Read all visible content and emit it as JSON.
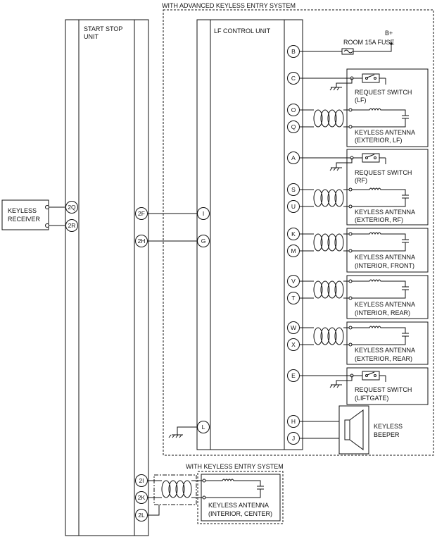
{
  "diagram": {
    "title_advanced": "WITH ADVANCED KEYLESS ENTRY SYSTEM",
    "title_keyless": "WITH KEYLESS ENTRY SYSTEM",
    "start_stop_unit": [
      "START STOP",
      "UNIT"
    ],
    "lf_control_unit": "LF CONTROL UNIT",
    "keyless_receiver": [
      "KEYLESS",
      "RECEIVER"
    ],
    "fuse_label": "ROOM 15A FUSE",
    "battery_label": "B+",
    "beeper_label": [
      "KEYLESS",
      "BEEPER"
    ],
    "pins": {
      "receiver_top": "2Q",
      "receiver_bottom": "2R",
      "ssu_2f": "2F",
      "ssu_2h": "2H",
      "ssu_2i": "2I",
      "ssu_2k": "2K",
      "ssu_2l": "2L",
      "lf_i": "I",
      "lf_g": "G",
      "lf_l": "L",
      "lf_b": "B",
      "lf_c": "C",
      "lf_o": "O",
      "lf_q": "Q",
      "lf_a": "A",
      "lf_s": "S",
      "lf_u": "U",
      "lf_k": "K",
      "lf_m": "M",
      "lf_v": "V",
      "lf_t": "T",
      "lf_w": "W",
      "lf_x": "X",
      "lf_e": "E",
      "lf_h": "H",
      "lf_j": "J"
    },
    "components": {
      "req_lf": [
        "REQUEST SWITCH",
        "(LF)"
      ],
      "ant_ext_lf": [
        "KEYLESS ANTENNA",
        "(EXTERIOR, LF)"
      ],
      "req_rf": [
        "REQUEST SWITCH",
        "(RF)"
      ],
      "ant_ext_rf": [
        "KEYLESS ANTENNA",
        "(EXTERIOR, RF)"
      ],
      "ant_int_front": [
        "KEYLESS ANTENNA",
        "(INTERIOR, FRONT)"
      ],
      "ant_int_rear": [
        "KEYLESS ANTENNA",
        "(INTERIOR, REAR)"
      ],
      "ant_ext_rear": [
        "KEYLESS ANTENNA",
        "(EXTERIOR, REAR)"
      ],
      "req_liftgate": [
        "REQUEST SWITCH",
        "(LIFTGATE)"
      ],
      "ant_int_center": [
        "KEYLESS ANTENNA",
        "(INTERIOR, CENTER)"
      ]
    }
  }
}
